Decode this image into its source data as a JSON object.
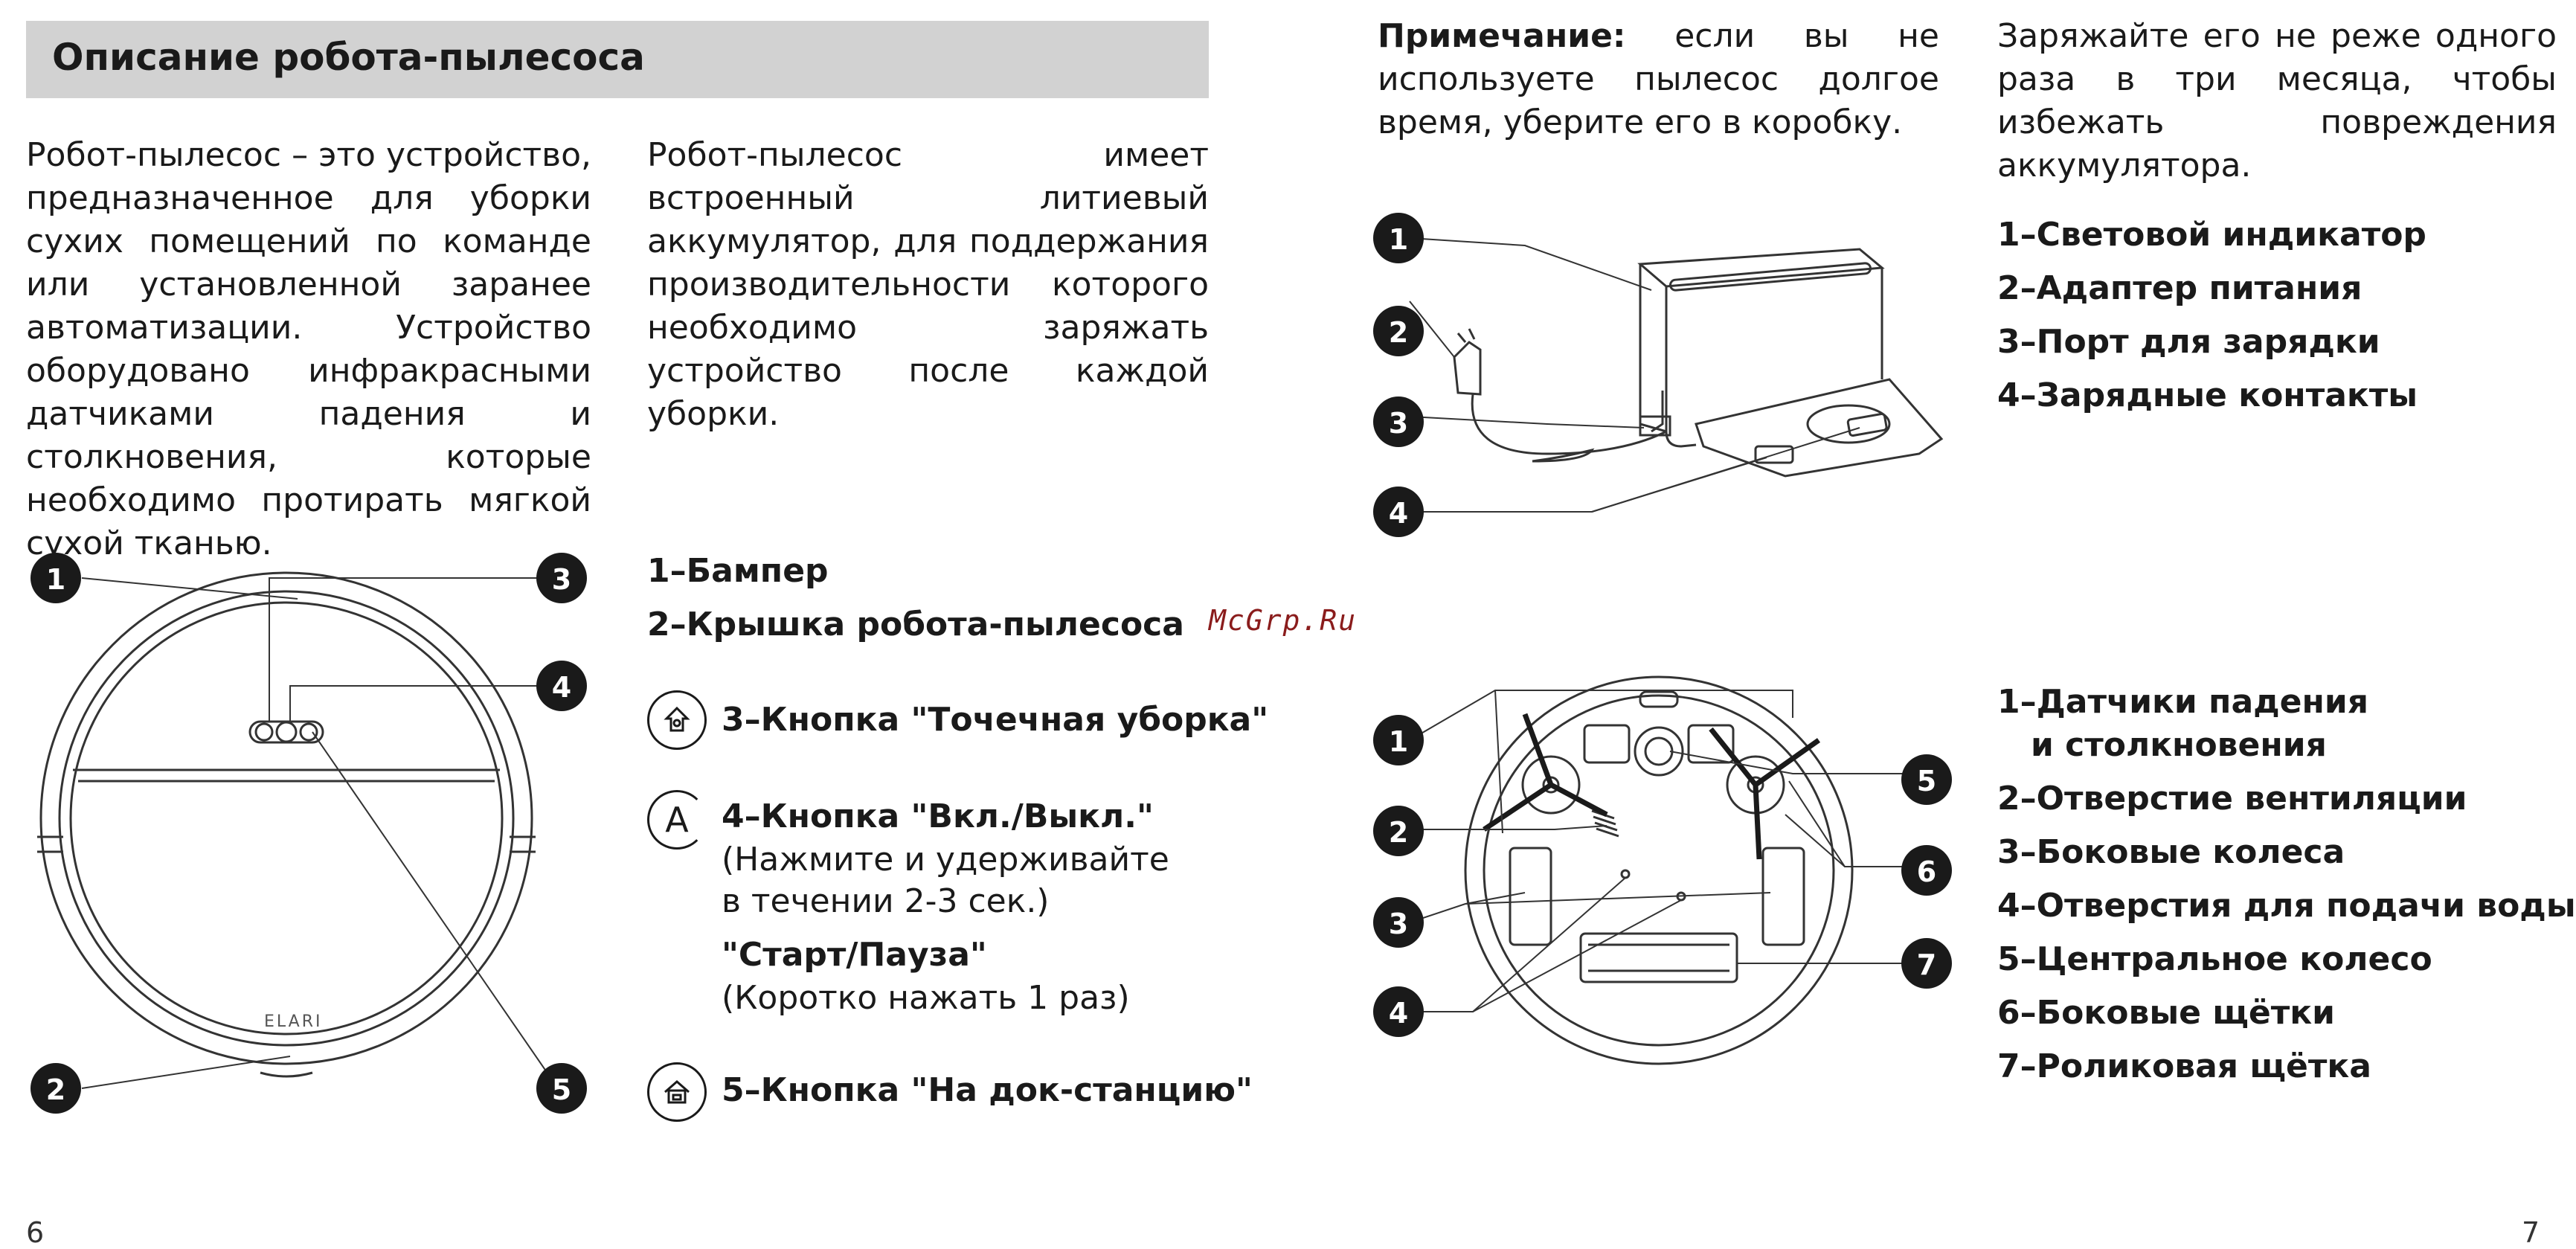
{
  "header": {
    "title": "Описание робота-пылесоса"
  },
  "intro": {
    "col1": "Робот-пылесос – это устройство, предназначенное для уборки сухих помещений по команде или установленной заранее автоматизации. Устройство оборудовано инфракрасными датчиками падения и столкновения, которые необходимо протирать мягкой сухой тканью.",
    "col2": "Робот-пылесос имеет встроенный литиевый аккумулятор, для поддержания производительности которого необходимо заряжать устройство после каждой уборки.",
    "note_label": "Примечание:",
    "note_text": " если вы не используете пылесос долгое время, уберите его в коробку.",
    "col4": "Заряжайте его не реже одного раза в три месяца, чтобы избежать повреждения аккумулятора."
  },
  "watermark": "McGrp.Ru",
  "robot_top": {
    "callouts": [
      "1",
      "2",
      "3",
      "4",
      "5"
    ],
    "logo": "ELARI",
    "legend": {
      "item1": "1–Бампер",
      "item2": "2–Крышка робота-пылесоса",
      "item3": "3–Кнопка \"Точечная уборка\"",
      "item4_title": "4–Кнопка \"Вкл./Выкл.\"",
      "item4_line2": "(Нажмите и удерживайте",
      "item4_line3": "в течении 2-3 сек.)",
      "item4_title2": "\"Старт/Пауза\"",
      "item4_line4": "(Коротко нажать 1 раз)",
      "item5": "5–Кнопка \"На док-станцию\"",
      "icon_letter": "A"
    }
  },
  "dock": {
    "callouts": [
      "1",
      "2",
      "3",
      "4"
    ],
    "legend": [
      "1–Световой индикатор",
      "2–Адаптер питания",
      "3–Порт для зарядки",
      "4–Зарядные контакты"
    ]
  },
  "robot_bottom": {
    "callouts": [
      "1",
      "2",
      "3",
      "4",
      "5",
      "6",
      "7"
    ],
    "legend": {
      "item1_a": "1–Датчики падения",
      "item1_b": "и столкновения",
      "item2": "2–Отверстие вентиляции",
      "item3": "3–Боковые колеса",
      "item4": "4–Отверстия для подачи воды",
      "item5": "5–Центральное колесо",
      "item6": "6–Боковые щётки",
      "item7": "7–Роликовая щётка"
    }
  },
  "pages": {
    "left": "6",
    "right": "7"
  }
}
